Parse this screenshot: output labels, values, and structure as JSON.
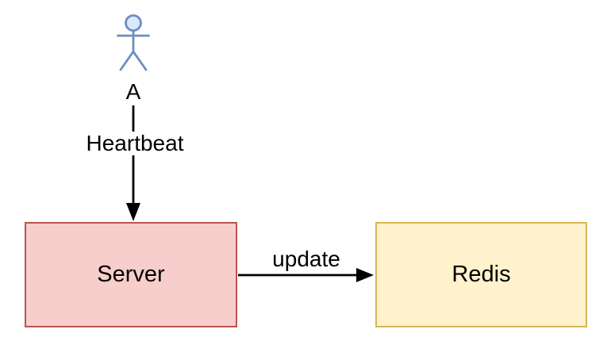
{
  "diagram": {
    "background": "#ffffff",
    "actor": {
      "label": "A",
      "fill": "#dae8fc",
      "stroke": "#6c8ebf"
    },
    "nodes": [
      {
        "label": "Server",
        "fill": "#f8cecc",
        "stroke": "#b85450"
      },
      {
        "label": "Redis",
        "fill": "#fff2cc",
        "stroke": "#d6b656"
      }
    ],
    "edges": [
      {
        "label": "Heartbeat",
        "from": "A",
        "to": "Server",
        "direction": "down",
        "color": "#000000"
      },
      {
        "label": "update",
        "from": "Server",
        "to": "Redis",
        "direction": "right",
        "color": "#000000"
      }
    ]
  }
}
